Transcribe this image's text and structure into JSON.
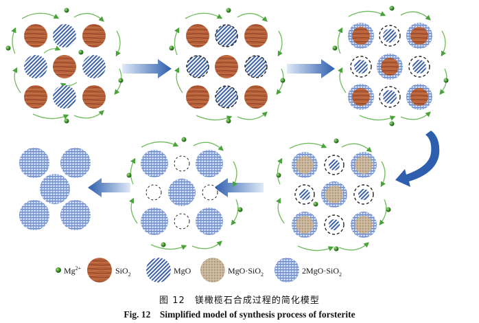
{
  "legend": {
    "mg_label": "Mg",
    "mg_charge": "2+",
    "sio2_label": "SiO",
    "sio2_sub": "2",
    "mgo_label": "MgO",
    "mgo_sio2_label": "MgO·SiO",
    "mgo_sio2_sub": "2",
    "mg2sio4_label": "2MgO·SiO",
    "mg2sio4_sub": "2"
  },
  "caption": {
    "chinese": "图 12　镁橄榄石合成过程的简化模型",
    "english": "Fig. 12　Simplified model of synthesis process of forsterite"
  },
  "colors": {
    "sio2": "#b5603a",
    "mgo_stripe": "#3a5fa8",
    "mgo_sio2": "#c4b096",
    "forsterite": "#5b7dbf",
    "mg_ion": "#3b8f2a",
    "arrow": "#2e5fae"
  }
}
